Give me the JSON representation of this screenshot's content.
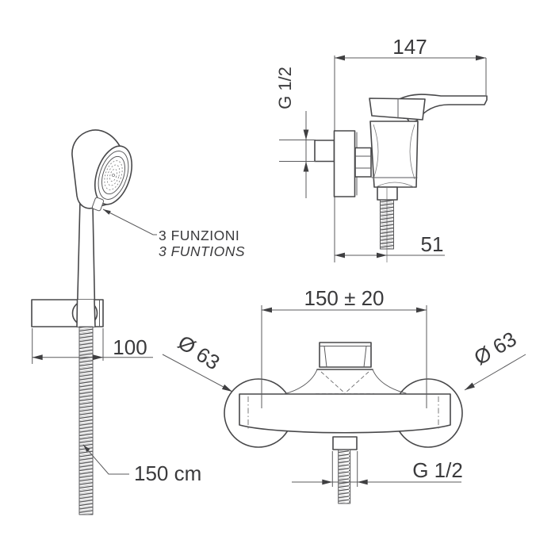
{
  "drawing": {
    "type": "technical-dimension-drawing",
    "views": {
      "hand_shower": {
        "labels": {
          "functions_line1": "3 FUNZIONI",
          "functions_line2": "3 FUNTIONS"
        },
        "dimensions": {
          "holder_width": "100",
          "hose_length": "150 cm"
        }
      },
      "mixer_side": {
        "dimensions": {
          "total_depth": "147",
          "inlet_thread": "G 1/2",
          "outlet_offset": "51"
        }
      },
      "mixer_front": {
        "dimensions": {
          "center_distance": "150 ± 20",
          "flange_diameter_left": "Ø 63",
          "flange_diameter_right": "Ø 63",
          "outlet_thread": "G 1/2"
        }
      }
    },
    "colors": {
      "background": "#ffffff",
      "outline": "#48484a",
      "dimension_line": "#5b5b5d",
      "text": "#3a3a3c"
    }
  }
}
